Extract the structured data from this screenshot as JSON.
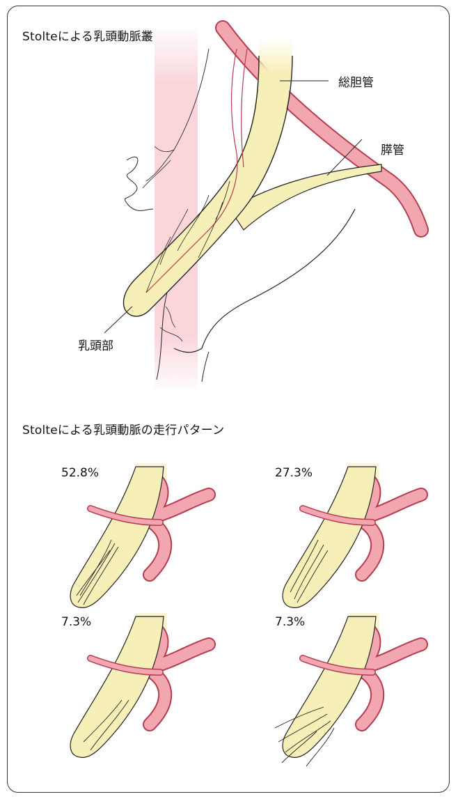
{
  "figure": {
    "title_top": "Stolteによる乳頭動脈叢",
    "title_bottom": "Stolteによる乳頭動脈の走行パターン",
    "labels": {
      "common_bile_duct": "総胆管",
      "pancreatic_duct": "膵管",
      "papilla": "乳頭部"
    },
    "patterns": [
      {
        "percent": "52.8%"
      },
      {
        "percent": "27.3%"
      },
      {
        "percent": "7.3%"
      },
      {
        "percent": "7.3%"
      }
    ]
  },
  "colors": {
    "duct_fill": "#f7efb8",
    "artery_fill": "#f2a7b0",
    "artery_stroke": "#b43c50",
    "glow": "#f8c8cf",
    "line": "#222222"
  }
}
